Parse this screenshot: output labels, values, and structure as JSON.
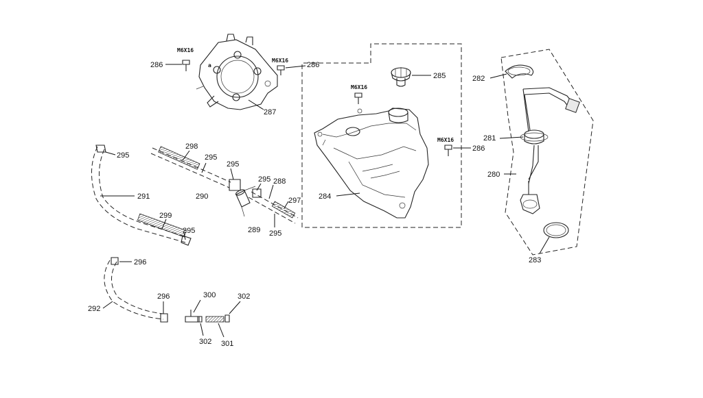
{
  "diagram": {
    "callouts": {
      "n280": "280",
      "n281": "281",
      "n282": "282",
      "n283": "283",
      "n284": "284",
      "n285": "285",
      "n286a": "286",
      "n286b": "286",
      "n286c": "286",
      "n287": "287",
      "n288": "288",
      "n289": "289",
      "n290": "290",
      "n291": "291",
      "n292": "292",
      "n295a": "295",
      "n295b": "295",
      "n295c": "295",
      "n295d": "295",
      "n295e": "295",
      "n295f": "295",
      "n296a": "296",
      "n296b": "296",
      "n297": "297",
      "n298": "298",
      "n299": "299",
      "n300": "300",
      "n301": "301",
      "n302a": "302",
      "n302b": "302"
    },
    "specs": {
      "bolt_a": "M6X16",
      "bolt_b": "M6X16",
      "bolt_c": "M6X16",
      "bolt_d": "M6X16"
    }
  }
}
